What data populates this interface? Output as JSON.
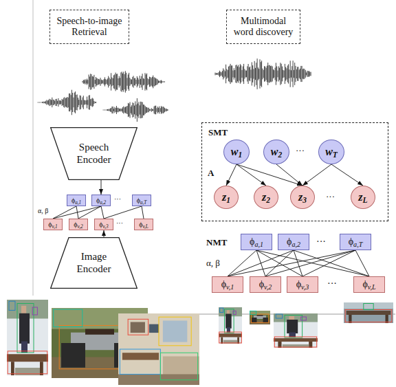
{
  "diagram": {
    "nodes": [
      {
        "text": [
          "Speech-to-image Retrieval"
        ]
      },
      {
        "text": [
          "Multimodal word discovery"
        ]
      },
      {
        "text": [
          "Speech Encoder"
        ]
      },
      {
        "text": [
          "SMT"
        ]
      },
      {
        "text": [
          "w1"
        ],
        "in": 3
      },
      {
        "text": [
          "w2"
        ],
        "in": 3
      },
      {
        "text": [
          "wT"
        ],
        "in": 3
      },
      {
        "text": [
          "z1"
        ],
        "in": 3
      },
      {
        "text": [
          "z2"
        ],
        "in": 3
      },
      {
        "text": [
          "z3"
        ],
        "in": 3
      },
      {
        "text": [
          "zL"
        ],
        "in": 3
      },
      {
        "text": [
          "ϕa,1"
        ]
      },
      {
        "text": [
          "ϕa,2"
        ]
      },
      {
        "text": [
          "ϕa,T"
        ]
      },
      {
        "text": [
          "ϕv,1"
        ]
      },
      {
        "text": [
          "ϕv,2"
        ]
      },
      {
        "text": [
          "ϕv,3"
        ]
      },
      {
        "text": [
          "ϕv,L"
        ]
      },
      {
        "text": [
          "Image Encoder"
        ]
      },
      {
        "text": [
          "ϕa,1"
        ]
      },
      {
        "text": [
          "ϕa,2"
        ]
      },
      {
        "text": [
          "ϕa,T"
        ]
      },
      {
        "text": [
          "ϕv,1"
        ]
      },
      {
        "text": [
          "ϕv,2"
        ]
      },
      {
        "text": [
          "ϕv,3"
        ]
      },
      {
        "text": [
          "ϕv,L"
        ]
      }
    ],
    "edges": [
      {
        "from": 2,
        "to": 12,
        "arrow": "to"
      },
      {
        "from": 18,
        "to": 16,
        "arrow": "to"
      },
      {
        "from": 11,
        "to": 14,
        "arrow": "none"
      },
      {
        "from": 11,
        "to": 15,
        "arrow": "none"
      },
      {
        "from": 12,
        "to": 14,
        "arrow": "none"
      },
      {
        "from": 12,
        "to": 15,
        "arrow": "none"
      },
      {
        "from": 12,
        "to": 16,
        "arrow": "none"
      },
      {
        "from": 13,
        "to": 16,
        "arrow": "none"
      },
      {
        "from": 13,
        "to": 17,
        "arrow": "none"
      },
      {
        "from": 4,
        "to": 7,
        "arrow": "to"
      },
      {
        "from": 4,
        "to": 8,
        "arrow": "to"
      },
      {
        "from": 4,
        "to": 9,
        "arrow": "to"
      },
      {
        "from": 5,
        "to": 9,
        "arrow": "to"
      },
      {
        "from": 6,
        "to": 9,
        "arrow": "to"
      },
      {
        "from": 6,
        "to": 10,
        "arrow": "to"
      },
      {
        "from": 19,
        "to": 22,
        "arrow": "none"
      },
      {
        "from": 19,
        "to": 23,
        "arrow": "none"
      },
      {
        "from": 19,
        "to": 24,
        "arrow": "none"
      },
      {
        "from": 19,
        "to": 25,
        "arrow": "none"
      },
      {
        "from": 20,
        "to": 22,
        "arrow": "none"
      },
      {
        "from": 20,
        "to": 23,
        "arrow": "none"
      },
      {
        "from": 20,
        "to": 24,
        "arrow": "none"
      },
      {
        "from": 20,
        "to": 25,
        "arrow": "none"
      },
      {
        "from": 21,
        "to": 22,
        "arrow": "none"
      },
      {
        "from": 21,
        "to": 23,
        "arrow": "none"
      },
      {
        "from": 21,
        "to": 24,
        "arrow": "none"
      },
      {
        "from": 21,
        "to": 25,
        "arrow": "none"
      }
    ],
    "labels": [
      "α, β",
      "···",
      "···",
      "A",
      "···",
      "···",
      "NMT",
      "···",
      "α, β",
      "···"
    ]
  }
}
